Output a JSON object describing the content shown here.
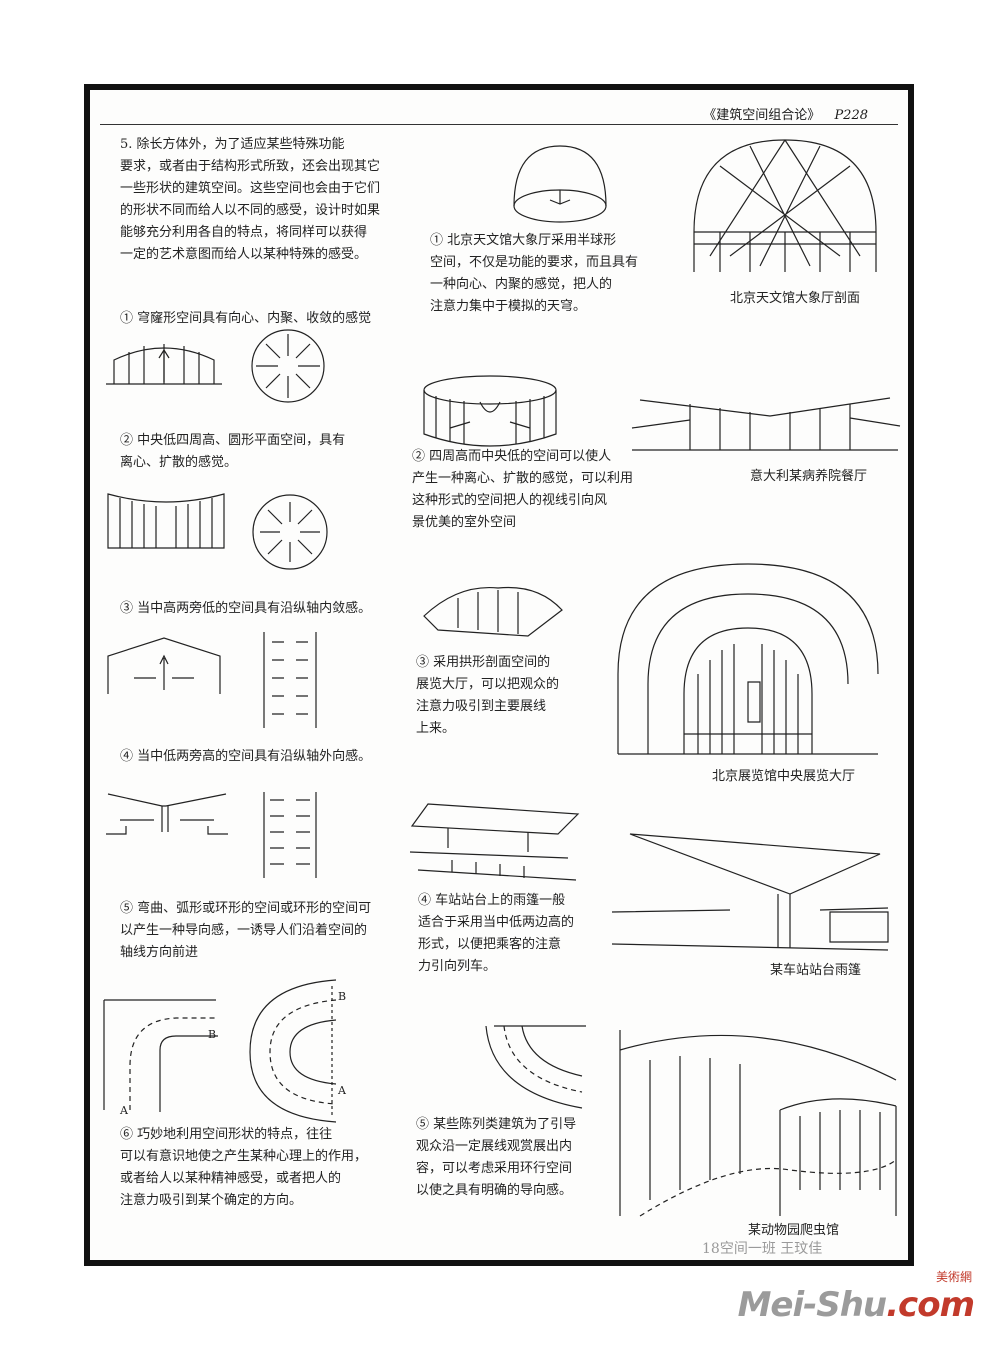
{
  "header": {
    "book": "《建筑空间组合论》",
    "page": "P228"
  },
  "intro": {
    "lines": [
      "5. 除长方体外，为了适应某些特殊功能",
      "要求，或者由于结构形式所致，还会出现其它",
      "一些形状的建筑空间。这些空间也会由于它们",
      "的形状不同而给人以不同的感受，设计时如果",
      "能够充分利用各自的特点，将同样可以获得",
      "一定的艺术意图而给人以某种特殊的感受。"
    ]
  },
  "items": [
    {
      "id": "1",
      "text": "① 穹窿形空间具有向心、内聚、收敛的感觉"
    },
    {
      "id": "2",
      "lines": [
        "② 中央低四周高、圆形平面空间，具有",
        "离心、扩散的感觉。"
      ]
    },
    {
      "id": "3",
      "text": "③ 当中高两旁低的空间具有沿纵轴内敛感。"
    },
    {
      "id": "4",
      "text": "④ 当中低两旁高的空间具有沿纵轴外向感。"
    },
    {
      "id": "5",
      "lines": [
        "⑤ 弯曲、弧形或环形的空间或环形的空间可",
        "以产生一种导向感，一诱导人们沿着空间的",
        "轴线方向前进"
      ]
    },
    {
      "id": "6",
      "lines": [
        "⑥ 巧妙地利用空间形状的特点，往往",
        "可以有意识地使之产生某种心理上的作用，",
        "或者给人以某种精神感受，或者把人的",
        "注意力吸引到某个确定的方向。"
      ]
    }
  ],
  "notes": [
    {
      "id": "n1",
      "lines": [
        "① 北京天文馆大象厅采用半球形",
        "空间，不仅是功能的要求，而且具有",
        "一种向心、内聚的感觉，把人的",
        "注意力集中于模拟的天穹。"
      ]
    },
    {
      "id": "n2",
      "lines": [
        "② 四周高而中央低的空间可以使人",
        "产生一种离心、扩散的感觉，可以利用",
        "这种形式的空间把人的视线引向风",
        "景优美的室外空间"
      ]
    },
    {
      "id": "n3",
      "lines": [
        "③ 采用拱形剖面空间的",
        "展览大厅，可以把观众的",
        "注意力吸引到主要展线",
        "上来。"
      ]
    },
    {
      "id": "n4",
      "lines": [
        "④ 车站站台上的雨篷一般",
        "适合于采用当中低两边高的",
        "形式，以便把乘客的注意",
        "力引向列车。"
      ]
    },
    {
      "id": "n5",
      "lines": [
        "⑤ 某些陈列类建筑为了引导",
        "观众沿一定展线观赏展出内",
        "容，可以考虑采用环行空间",
        "以使之具有明确的导向感。"
      ]
    }
  ],
  "captions": {
    "planetarium": "北京天文馆大象厅剖面",
    "hall": "意大利某病养院餐厅",
    "exhibition": "北京展览馆中央展览大厅",
    "station": "某车站站台雨篷",
    "museum": "某动物园爬虫馆"
  },
  "diagram_labels": {
    "a": "A",
    "b": "B",
    "a2": "A",
    "b2": "B"
  },
  "signature": "18空间一班  王玟佳",
  "watermark": {
    "cn": "美術網",
    "en_a": "Mei-Shu",
    "en_b": ".com"
  }
}
